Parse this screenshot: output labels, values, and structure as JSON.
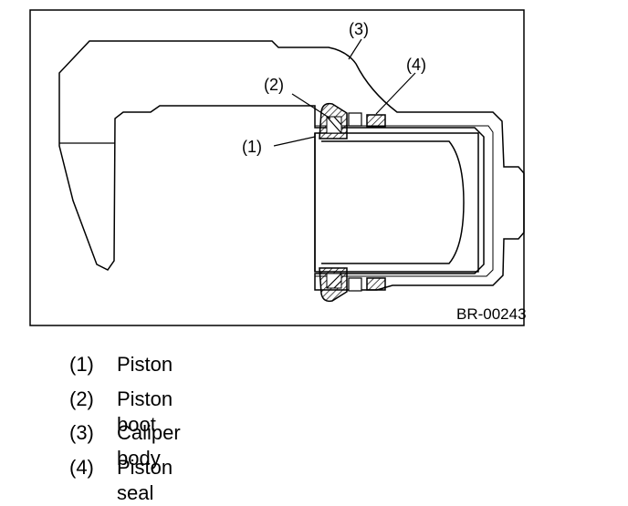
{
  "figure": {
    "code": "BR-00243",
    "callouts": {
      "piston": "(1)",
      "piston_boot": "(2)",
      "caliper_body": "(3)",
      "piston_seal": "(4)"
    }
  },
  "legend": {
    "items": [
      {
        "num": "(1)",
        "label": "Piston"
      },
      {
        "num": "(2)",
        "label": "Piston boot"
      },
      {
        "num": "(3)",
        "label": "Caliper body"
      },
      {
        "num": "(4)",
        "label": "Piston seal"
      }
    ]
  }
}
